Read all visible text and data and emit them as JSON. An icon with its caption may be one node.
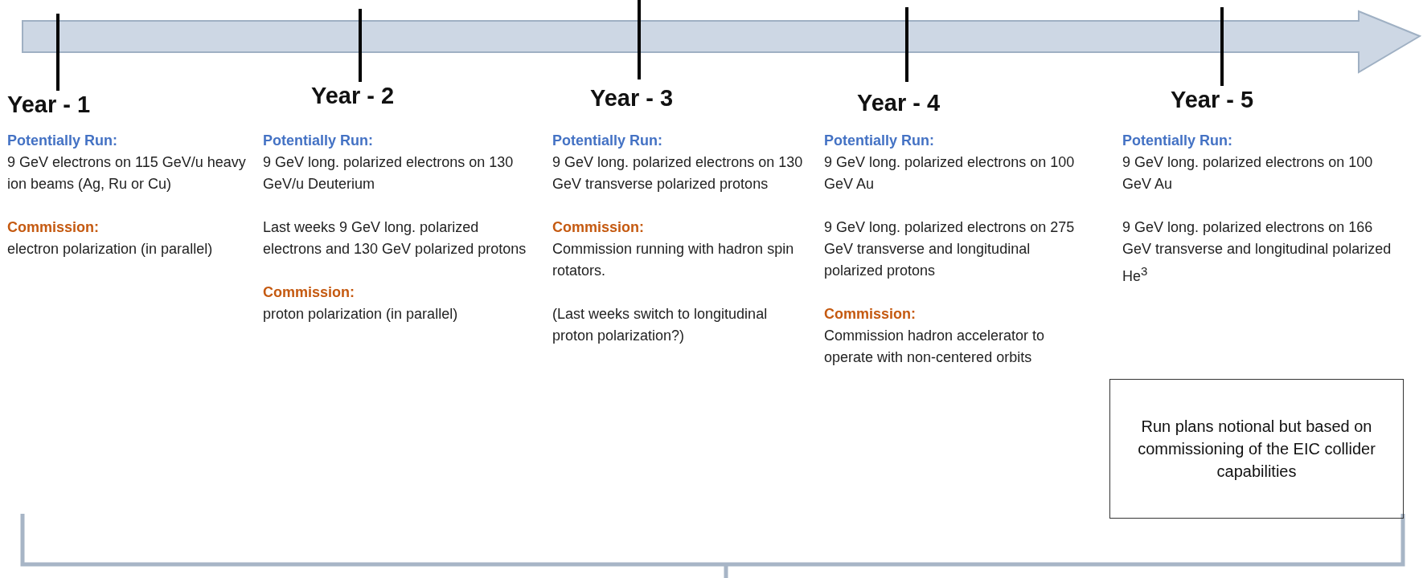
{
  "diagram": {
    "nodes": [
      {
        "text": [
          "Run plans notional but based on commissioning of the EIC collider capabilities"
        ]
      }
    ],
    "labels": [
      "Year - 1",
      "Potentially Run:",
      "9 GeV electrons on 115 GeV/u heavy ion beams (Ag, Ru or Cu)",
      "Commission:",
      "electron polarization (in parallel)",
      "Year - 2",
      "Potentially Run:",
      "9 GeV long. polarized electrons on 130 GeV/u Deuterium",
      "Last weeks 9 GeV long. polarized electrons and 130 GeV polarized protons",
      "Commission:",
      "proton polarization (in parallel)",
      "Year - 3",
      "Potentially Run:",
      "9 GeV long. polarized electrons on 130 GeV transverse polarized protons",
      "Commission:",
      "Commission running with hadron spin rotators.",
      "(Last weeks switch to longitudinal proton polarization?)",
      "Year - 4",
      "Potentially Run:",
      "9 GeV long. polarized electrons on 100 GeV Au",
      "9 GeV long. polarized electrons on 275 GeV transverse and longitudinal polarized protons",
      "Commission:",
      "Commission hadron accelerator to operate with non-centered orbits",
      "Year - 5",
      "Potentially Run:",
      "9 GeV long. polarized electrons on 100 GeV Au",
      "9 GeV long. polarized electrons on 166 GeV transverse and longitudinal polarized He$^{3}$"
    ]
  }
}
